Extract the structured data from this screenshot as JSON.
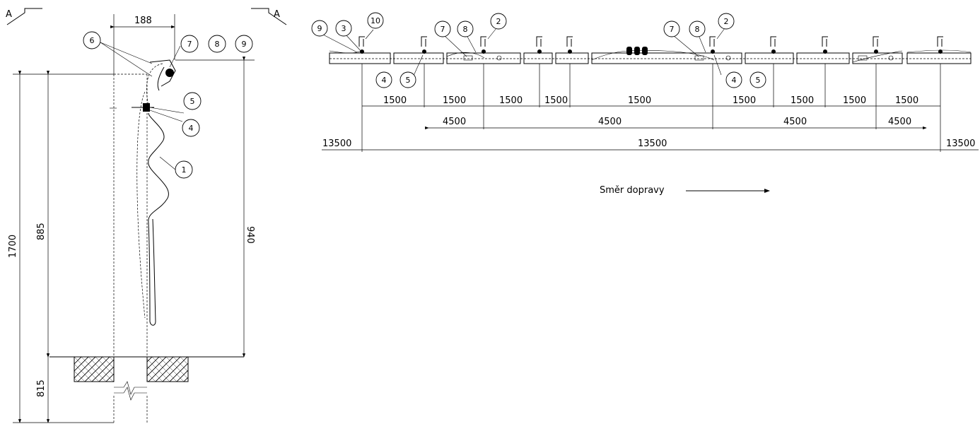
{
  "section_marks": {
    "left": "A",
    "right": "A"
  },
  "side_view": {
    "dim_top": "188",
    "dim_total": "1700",
    "dim_above_ground": "885",
    "dim_below_ground": "815",
    "dim_height": "940",
    "balloons": [
      "6",
      "7",
      "8",
      "9",
      "5",
      "4",
      "1"
    ]
  },
  "plan_view": {
    "balloons_top": [
      "9",
      "3",
      "10",
      "2",
      "7",
      "8",
      "2",
      "7",
      "8"
    ],
    "balloons_bottom": [
      "4",
      "5",
      "4",
      "5"
    ],
    "row1_dims": [
      "1500",
      "1500",
      "1500",
      "1500",
      "1500",
      "1500",
      "1500",
      "1500",
      "1500"
    ],
    "row2_dims": [
      "4500",
      "4500",
      "4500",
      "4500"
    ],
    "row3_dims": [
      "13500",
      "13500",
      "13500"
    ]
  },
  "direction_label": "Směr dopravy"
}
